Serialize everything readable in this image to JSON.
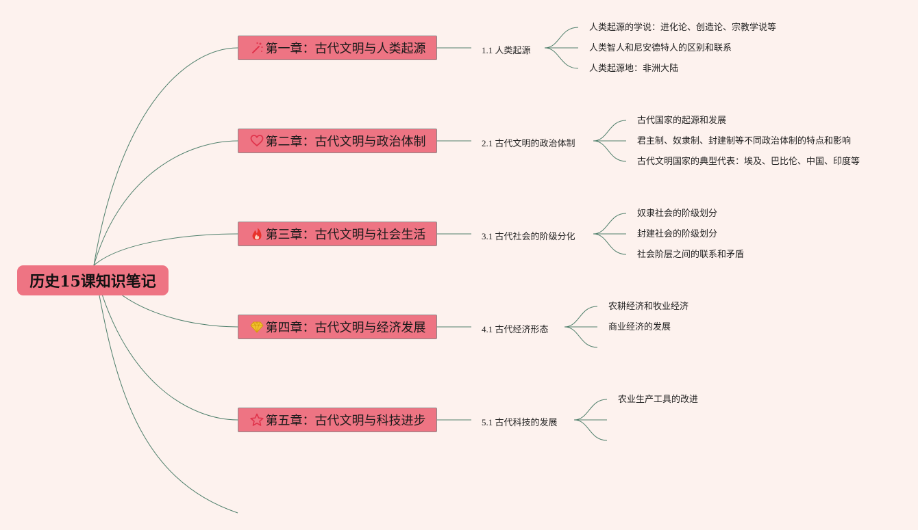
{
  "root": {
    "label": "历史15课知识笔记"
  },
  "chapters": [
    {
      "icon": "magic-wand-icon",
      "label": "第一章：古代文明与人类起源",
      "section": {
        "num": "1.1",
        "label": "人类起源"
      },
      "points": [
        "人类起源的学说：进化论、创造论、宗教学说等",
        "人类智人和尼安德特人的区别和联系",
        "人类起源地：非洲大陆"
      ]
    },
    {
      "icon": "heart-icon",
      "label": "第二章：古代文明与政治体制",
      "section": {
        "num": "2.1",
        "label": "古代文明的政治体制"
      },
      "points": [
        "古代国家的起源和发展",
        "君主制、奴隶制、封建制等不同政治体制的特点和影响",
        "古代文明国家的典型代表：埃及、巴比伦、中国、印度等"
      ]
    },
    {
      "icon": "fire-icon",
      "label": "第三章：古代文明与社会生活",
      "section": {
        "num": "3.1",
        "label": "古代社会的阶级分化"
      },
      "points": [
        "奴隶社会的阶级划分",
        "封建社会的阶级划分",
        "社会阶层之间的联系和矛盾"
      ]
    },
    {
      "icon": "diamond-icon",
      "label": "第四章：古代文明与经济发展",
      "section": {
        "num": "4.1",
        "label": "古代经济形态"
      },
      "points": [
        "农耕经济和牧业经济",
        "商业经济的发展",
        ""
      ]
    },
    {
      "icon": "star-icon",
      "label": "第五章：古代文明与科技进步",
      "section": {
        "num": "5.1",
        "label": "古代科技的发展"
      },
      "points": [
        "农业生产工具的改进",
        "",
        ""
      ]
    }
  ],
  "colors": {
    "background": "#fdf2ee",
    "node_fill": "#ee7483",
    "connector": "#4e7f6b",
    "wand_icon": "#e0344c",
    "heart_icon": "#e0344c",
    "fire_icon": "#e8322c",
    "diamond_icon": "#f2c12e",
    "star_icon": "#e0344c"
  }
}
